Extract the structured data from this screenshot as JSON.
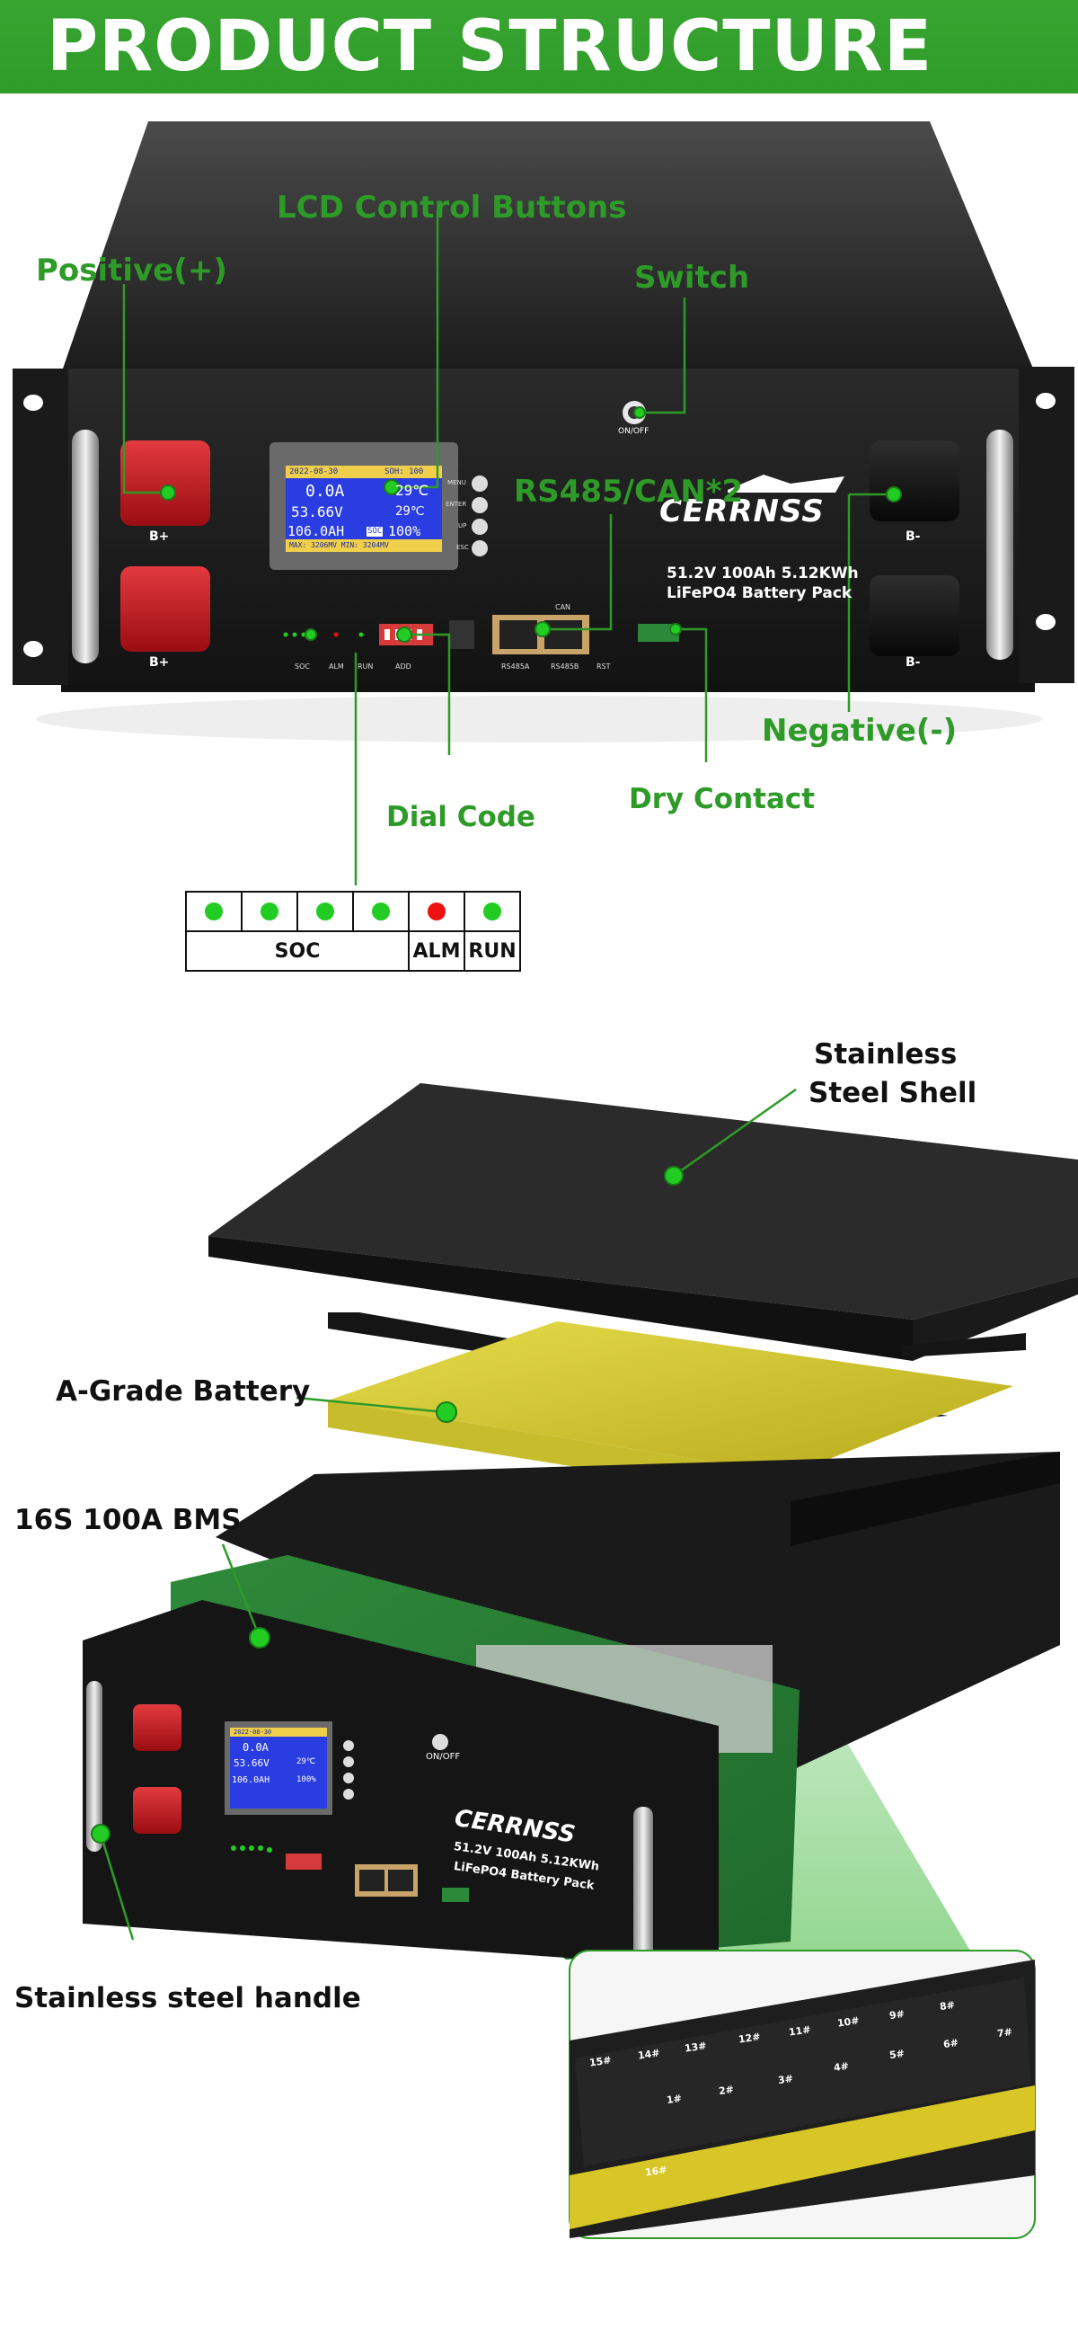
{
  "header": {
    "title": "PRODUCT STRUCTURE"
  },
  "callouts": {
    "positive": "Positive(+)",
    "lcd_buttons": "LCD Control Buttons",
    "switch": "Switch",
    "rs485_can": "RS485/CAN*2",
    "negative": "Negative(-)",
    "dial_code": "Dial Code",
    "dry_contact": "Dry Contact",
    "stainless_shell": [
      "Stainless",
      "Steel Shell"
    ],
    "a_grade_battery": "A-Grade Battery",
    "bms": "16S 100A BMS",
    "handle": "Stainless steel handle"
  },
  "front_panel": {
    "terminal_pos": "B+",
    "terminal_neg": "B-",
    "on_off": "ON/OFF",
    "brand": "CERRNSS",
    "spec_line1": "51.2V 100Ah 5.12KWh",
    "spec_line2": "LiFePO4 Battery Pack",
    "port_labels": [
      "SOC",
      "ALM",
      "RUN",
      "ADD",
      "RS485A",
      "RS485B",
      "RST"
    ],
    "can_label": "CAN",
    "lcd_buttons": [
      "MENU",
      "ENTER",
      "UP",
      "ESC"
    ],
    "lcd": {
      "date": "2022-08-30",
      "soh": "SOH: 100",
      "current": "0.0A",
      "temp1": "29℃",
      "voltage": "53.66V",
      "temp2": "29℃",
      "capacity": "106.0AH",
      "soc_tag": "SOC",
      "soc_percent": "100%",
      "cell_range": "MAX: 3206MV MIN: 3204MV"
    }
  },
  "led_indicator": {
    "leds": [
      "#22cc22",
      "#22cc22",
      "#22cc22",
      "#22cc22",
      "#ee1111",
      "#22cc22"
    ],
    "labels": [
      "SOC",
      "ALM",
      "RUN"
    ]
  },
  "exploded": {
    "on_off": "ON/OFF",
    "brand": "CERRNSS",
    "spec_line1": "51.2V 100Ah 5.12KWh",
    "spec_line2": "LiFePO4 Battery Pack",
    "lcd": {
      "date": "2022-08-30",
      "current": "0.0A",
      "voltage": "53.66V",
      "temp": "29℃",
      "capacity": "106.0AH",
      "percent": "100%"
    },
    "cell_numbers": [
      "15#",
      "14#",
      "13#",
      "12#",
      "11#",
      "10#",
      "9#",
      "8#",
      "7#",
      "6#",
      "5#",
      "4#",
      "3#",
      "2#",
      "1#",
      "16#"
    ]
  },
  "colors": {
    "accent_green": "#2e9a28",
    "led_green": "#22cc22",
    "led_red": "#ee1111",
    "lcd_blue": "#2a3de0",
    "terminal_red": "#c8141a"
  }
}
